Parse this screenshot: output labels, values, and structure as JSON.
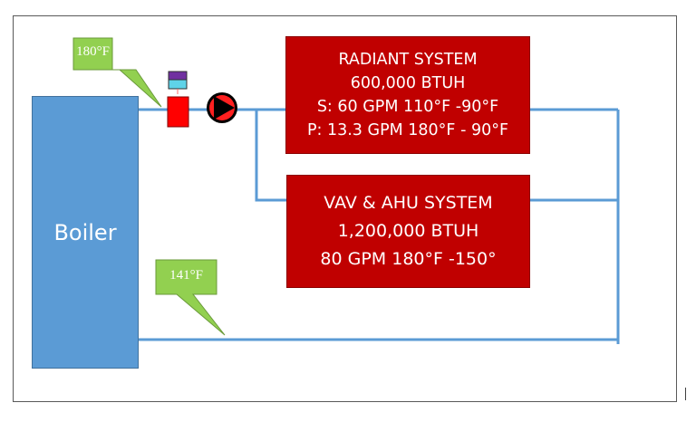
{
  "diagram": {
    "boiler_label": "Boiler",
    "radiant": {
      "lines": [
        "RADIANT SYSTEM",
        "600,000 BTUH",
        "S: 60 GPM 110°F -90°F",
        "P: 13.3 GPM 180°F - 90°F"
      ]
    },
    "vav": {
      "lines": [
        "VAV & AHU SYSTEM",
        "1,200,000 BTUH",
        "80 GPM 180°F -150°"
      ]
    },
    "supply_temp_label": "180°F",
    "return_temp_label": "141°F"
  },
  "colors": {
    "pipe": "#5b9bd5",
    "boiler": "#5b9bd5",
    "system_box": "#c00000",
    "callout": "#92d050",
    "pump": "#c00000"
  }
}
